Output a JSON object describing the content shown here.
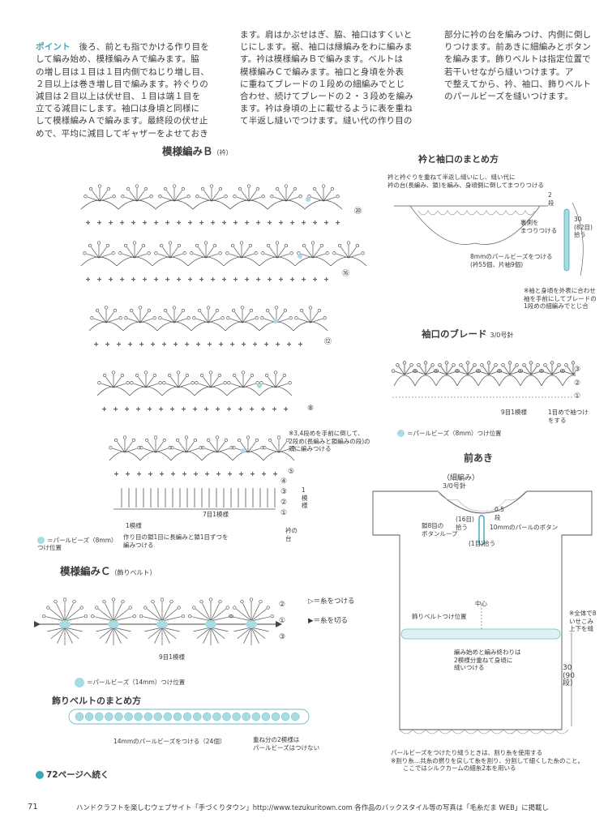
{
  "text_columns": {
    "col1_label": "ポイント",
    "col1": "　後ろ、前とも指でかける作り目を\nして編み始め、模様編みＡで編みます。脇\nの増し目は１目は１目内側でねじり増し目、\n２目以上は巻き増し目で編みます。衿ぐりの\n減目は２目以上は伏せ目、１目は端１目を\n立てる減目にします。袖口は身頃と同様に\nして模様編みＡで編みます。最終段の伏せ止\nめで、平均に減目してギャザーをよせておき",
    "col2": "ます。肩はかぶせはぎ、脇、袖口はすくいと\nじにします。裾、袖口は縁編みをわに編みま\nす。衿は模様編みＢで編みます。ベルトは\n模様編みＣで編みます。袖口と身頃を外表\nに重ねてブレードの１段めの細編みでとじ\n合わせ、続けてブレードの２・３段めを編み\nます。衿は身頃の上に載せるように表を重ね\nて半返し縫いでつけます。縫い代の作り目の",
    "col3": "部分に衿の台を編みつけ、内側に倒し\nりつけます。前あきに細編みとボタン\nを編みます。飾りベルトは指定位置で\n若干いせながら縫いつけます。ア\nで整えてから、衿、袖口、飾りベルト\nのパールビーズを縫いつけます。"
  },
  "pattern_b": {
    "title": "模様編みＢ",
    "title_sub": "（衿）",
    "row_numbers": [
      "⑳",
      "⑯",
      "⑫",
      "⑧",
      "⑤",
      "④",
      "③",
      "②",
      "①"
    ],
    "note": "※3,4段めを手前に倒して、\n2段め(長編みと鎖編みの段)の\n頭に編みつける",
    "bead_legend": "＝パールビーズ（8mm）\nつけ位置",
    "one_pattern": "1模様",
    "seven_eye": "7目1模様",
    "collar_base": "衿の\n台",
    "side_one": "1\n模\n様",
    "cast_note": "作り目の鎖1目に長編みと鎖1目ずつを\n編みつける"
  },
  "collar_finish": {
    "title": "衿と袖口のまとめ方",
    "note": "衿と衿ぐりを重ねて半返し縫いにし、縫い代に\n衿の台(長編み、鎖)を編み、身頃側に倒してまつりつける",
    "two_rows": "2\n段",
    "thirty": "30\n(82目)\n拾う",
    "back_side": "裏側を\nまつりつける",
    "bead_note": "8mmのパールビーズをつける\n(衿55個、片袖9個)",
    "sleeve_note": "※袖と身頃を外表に合わせ\n袖を手前にしてブレードの\n1段めの細編みでとじ合"
  },
  "sleeve_braid": {
    "title": "袖口のブレード",
    "needle": "3/0号針",
    "rows": [
      "③",
      "②",
      "①"
    ],
    "nine_eye": "9目1模様",
    "one_row": "1目めで袖つけ\nをする",
    "bead_legend": "＝パールビーズ（8mm）つけ位置"
  },
  "front_opening": {
    "title": "前あき",
    "sub": "（細編み）",
    "needle": "3/0号針",
    "half_row": "0.5\n段",
    "chain_loop": "鎖8目の\nボタンループ",
    "pickup16": "(16目)\n拾う",
    "button": "10mmのパールのボタン",
    "pickup1": "(1目)拾う",
    "center": "中心",
    "belt_pos": "飾りベルトつけ位置",
    "belt_note": "編み始めと編み終わりは\n2模様分重ねて身頃に\n縫いつける",
    "right_note": "※全体で8\nいせこみ\n上下を縫",
    "length": "30\n(90\n段)",
    "yarn_note": "パールビーズをつけたり縫うときは、割り糸を使用する\n※割り糸…共糸の撚りを戻して糸を割り、分割して細くした糸のこと。\n　　ここではシルクカームの細糸2本を用いる"
  },
  "pattern_c": {
    "title": "模様編みＣ",
    "title_sub": "（飾りベルト）",
    "legend_attach": "▷＝糸をつける",
    "legend_cut": "▶＝糸を切る",
    "rows": [
      "②",
      "①",
      "③"
    ],
    "nine_eye": "9目1模様",
    "bead_legend": "＝パールビーズ（14mm）つけ位置"
  },
  "belt_finish": {
    "title": "飾りベルトのまとめ方",
    "bead_note": "14mmのパールビーズをつける（24個）",
    "overlap": "重ね分の2模様は\nパールビーズはつけない"
  },
  "continue": "72ページへ続く",
  "footer": {
    "page": "71",
    "text": "ハンドクラフトを楽しむウェブサイト「手づくりタウン」http://www.tezukuritown.com 各作品のバックスタイル等の写真は「毛糸だま WEB」に掲載し"
  },
  "colors": {
    "accent": "#3aa7b8",
    "bead": "#a8dce4",
    "ink": "#444444"
  }
}
